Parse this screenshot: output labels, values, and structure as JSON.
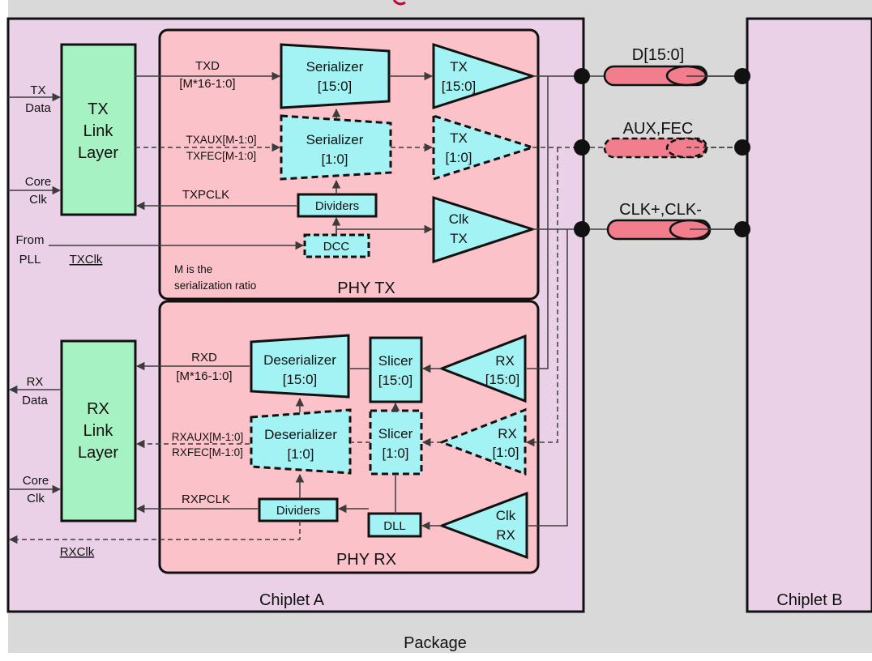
{
  "colors": {
    "package": "#d9d9d9",
    "chiplet": "#ead1e8",
    "phy": "#fcc2ca",
    "link_layer": "#a7f2c2",
    "cyan_block": "#a3f3f5",
    "wire": "#f27d8d",
    "title_red": "#cc0033"
  },
  "package_label": "Package",
  "chiplet_a": {
    "label": "Chiplet A"
  },
  "chiplet_b": {
    "label": "Chiplet B"
  },
  "tx_link_layer": {
    "line1": "TX",
    "line2": "Link",
    "line3": "Layer"
  },
  "rx_link_layer": {
    "line1": "RX",
    "line2": "Link",
    "line3": "Layer"
  },
  "phy_tx": {
    "title": "PHY TX",
    "note_line1": "M is the",
    "note_line2": "serialization ratio",
    "serializer_main": {
      "line1": "Serializer",
      "line2": "[15:0]"
    },
    "serializer_aux": {
      "line1": "Serializer",
      "line2": "[1:0]"
    },
    "dividers": "Dividers",
    "dcc": "DCC",
    "tx_main": {
      "line1": "TX",
      "line2": "[15:0]"
    },
    "tx_aux": {
      "line1": "TX",
      "line2": "[1:0]"
    },
    "clk_tx": {
      "line1": "Clk",
      "line2": "TX"
    }
  },
  "phy_rx": {
    "title": "PHY RX",
    "deserializer_main": {
      "line1": "Deserializer",
      "line2": "[15:0]"
    },
    "deserializer_aux": {
      "line1": "Deserializer",
      "line2": "[1:0]"
    },
    "slicer_main": {
      "line1": "Slicer",
      "line2": "[15:0]"
    },
    "slicer_aux": {
      "line1": "Slicer",
      "line2": "[1:0]"
    },
    "dividers": "Dividers",
    "dll": "DLL",
    "rx_main": {
      "line1": "RX",
      "line2": "[15:0]"
    },
    "rx_aux": {
      "line1": "RX",
      "line2": "[1:0]"
    },
    "clk_rx": {
      "line1": "Clk",
      "line2": "RX"
    }
  },
  "signals": {
    "tx_data": {
      "line1": "TX",
      "line2": "Data"
    },
    "tx_core_clk": {
      "line1": "Core",
      "line2": "Clk"
    },
    "from_pll": {
      "line1": "From",
      "line2": "PLL"
    },
    "txclk": "TXClk",
    "txd": {
      "line1": "TXD",
      "line2": "[M*16-1:0]"
    },
    "txaux": "TXAUX[M-1:0]",
    "txfec": "TXFEC[M-1:0]",
    "txpclk": "TXPCLK",
    "rx_data": {
      "line1": "RX",
      "line2": "Data"
    },
    "rx_core_clk": {
      "line1": "Core",
      "line2": "Clk"
    },
    "rxclk": "RXClk",
    "rxd": {
      "line1": "RXD",
      "line2": "[M*16-1:0]"
    },
    "rxaux": "RXAUX[M-1:0]",
    "rxfec": "RXFEC[M-1:0]",
    "rxpclk": "RXPCLK"
  },
  "wires": {
    "data": "D[15:0]",
    "aux_fec": "AUX,FEC",
    "clk": "CLK+,CLK-"
  }
}
